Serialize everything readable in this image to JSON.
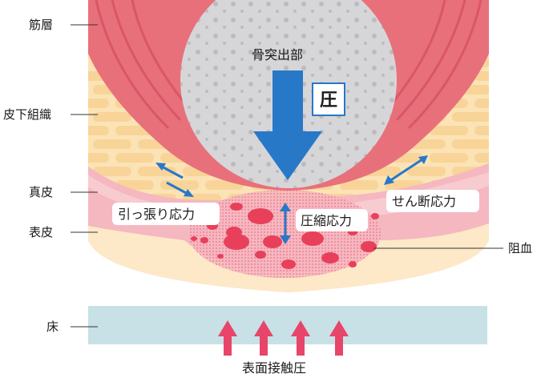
{
  "labels": {
    "muscle": "筋層",
    "subcutaneous": "皮下組織",
    "dermis": "真皮",
    "epidermis": "表皮",
    "floor": "床",
    "ischemia": "阻血"
  },
  "annotations": {
    "bone": "骨突出部",
    "pressure": "圧",
    "tension": "引っ張り応力",
    "compression": "圧縮応力",
    "shear": "せん断応力",
    "surface_contact": "表面接触圧"
  },
  "colors": {
    "muscle": "#e8707a",
    "muscle_dark": "#d9566a",
    "bone": "#d6d6d8",
    "bone_dot": "#bcbcc0",
    "fat": "#fbe3b6",
    "fat_cell": "#f7cd8c",
    "dermis": "#f5b7c0",
    "epidermis": "#fde8c8",
    "floor": "#c7e1e6",
    "blue_arrow": "#2878c8",
    "red_arrow": "#e8456a",
    "ischemia": "#e8405a"
  }
}
